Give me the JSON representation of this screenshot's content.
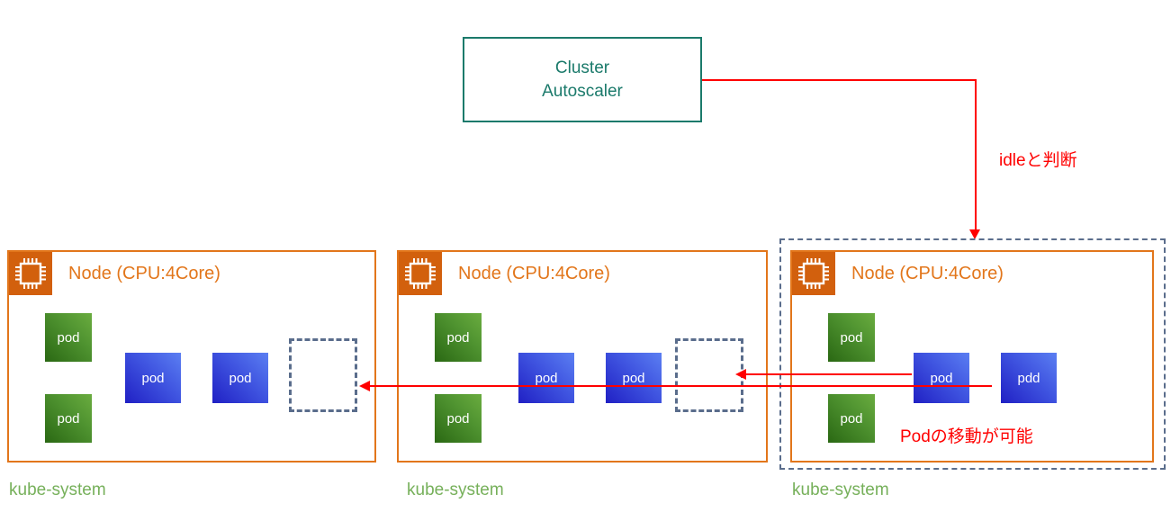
{
  "autoscaler": {
    "label": "Cluster\nAutoscaler",
    "border_color": "#1b7a6b",
    "text_color": "#1b7a6b"
  },
  "annotations": {
    "idle": "idleと判断",
    "pod_move": "Podの移動が可能",
    "color": "#ff0000"
  },
  "colors": {
    "node_border": "#e2761b",
    "node_title": "#e2761b",
    "chip_bg": "#d2600d",
    "dashed": "#5a6d8c",
    "namespace": "#76b05a",
    "pod_green_from": "#6aac3f",
    "pod_green_to": "#2a6813",
    "pod_blue_from": "#5b7ff2",
    "pod_blue_to": "#2020c4"
  },
  "nodes": [
    {
      "title": "Node (CPU:4Core)",
      "icon": "cpu-chip-icon",
      "namespace": "kube-system",
      "highlighted": false,
      "pods": [
        {
          "label": "pod",
          "kind": "green"
        },
        {
          "label": "pod",
          "kind": "green"
        },
        {
          "label": "pod",
          "kind": "blue"
        },
        {
          "label": "pod",
          "kind": "blue"
        }
      ],
      "empty_slots": 1
    },
    {
      "title": "Node (CPU:4Core)",
      "icon": "cpu-chip-icon",
      "namespace": "kube-system",
      "highlighted": false,
      "pods": [
        {
          "label": "pod",
          "kind": "green"
        },
        {
          "label": "pod",
          "kind": "green"
        },
        {
          "label": "pod",
          "kind": "blue"
        },
        {
          "label": "pod",
          "kind": "blue"
        }
      ],
      "empty_slots": 1
    },
    {
      "title": "Node (CPU:4Core)",
      "icon": "cpu-chip-icon",
      "namespace": "kube-system",
      "highlighted": true,
      "pods": [
        {
          "label": "pod",
          "kind": "green"
        },
        {
          "label": "pod",
          "kind": "green"
        },
        {
          "label": "pod",
          "kind": "blue"
        },
        {
          "label": "pdd",
          "kind": "blue"
        }
      ],
      "empty_slots": 0
    }
  ]
}
